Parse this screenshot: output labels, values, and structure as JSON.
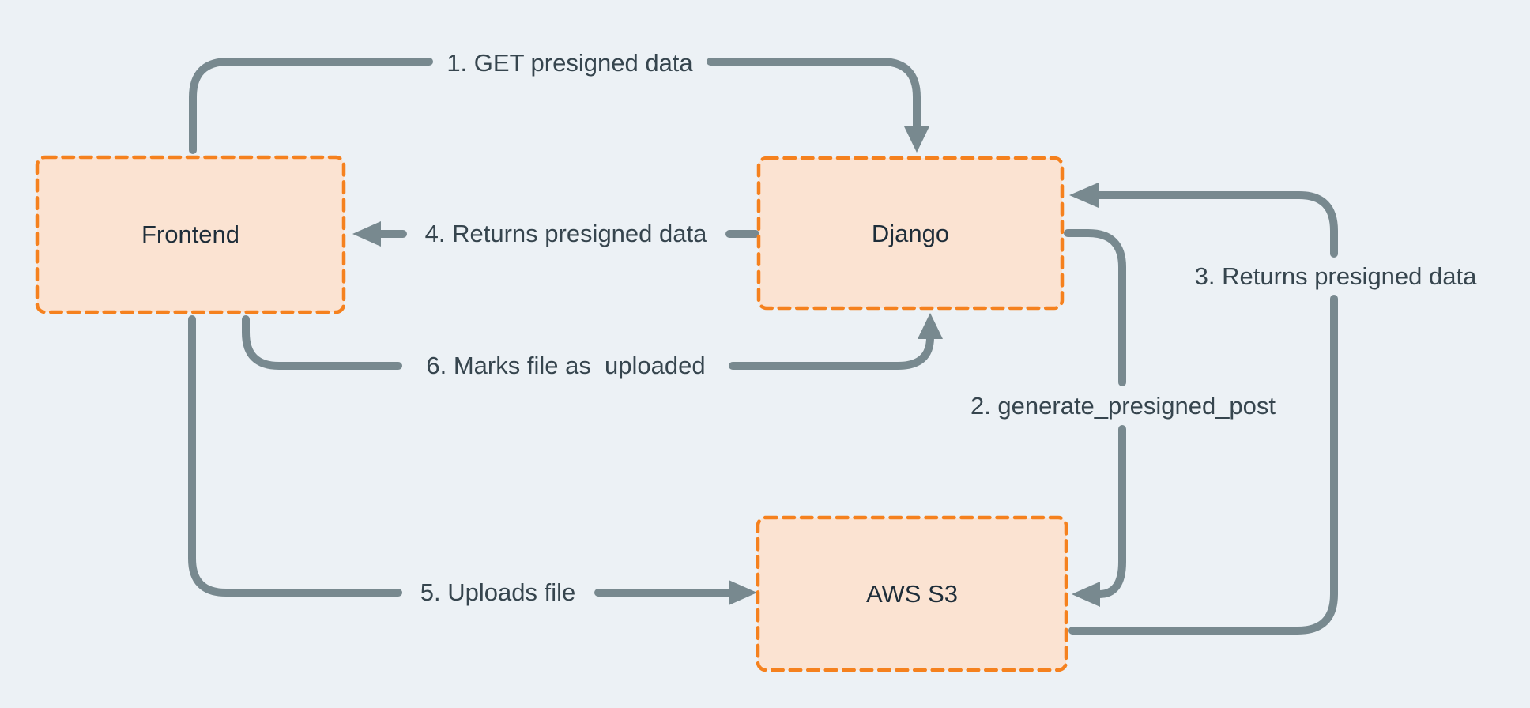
{
  "diagram": {
    "nodes": [
      {
        "id": "frontend",
        "label": "Frontend"
      },
      {
        "id": "django",
        "label": "Django"
      },
      {
        "id": "aws-s3",
        "label": "AWS S3"
      }
    ],
    "edges": [
      {
        "id": "1",
        "label": "1. GET presigned data",
        "from": "Frontend",
        "to": "Django"
      },
      {
        "id": "2",
        "label": "2. generate_presigned_post",
        "from": "Django",
        "to": "AWS S3"
      },
      {
        "id": "3",
        "label": "3. Returns presigned data",
        "from": "AWS S3",
        "to": "Django"
      },
      {
        "id": "4",
        "label": "4. Returns presigned data",
        "from": "Django",
        "to": "Frontend"
      },
      {
        "id": "5",
        "label": "5. Uploads file",
        "from": "Frontend",
        "to": "AWS S3"
      },
      {
        "id": "6",
        "label": "6. Marks file as  uploaded",
        "from": "Frontend",
        "to": "Django"
      }
    ]
  },
  "colors": {
    "background": "#ECF1F5",
    "node_fill": "#FBE3D2",
    "node_border": "#F5811E",
    "arrow": "#78898F",
    "label_text": "#36454E",
    "node_text": "#1E2D39"
  }
}
